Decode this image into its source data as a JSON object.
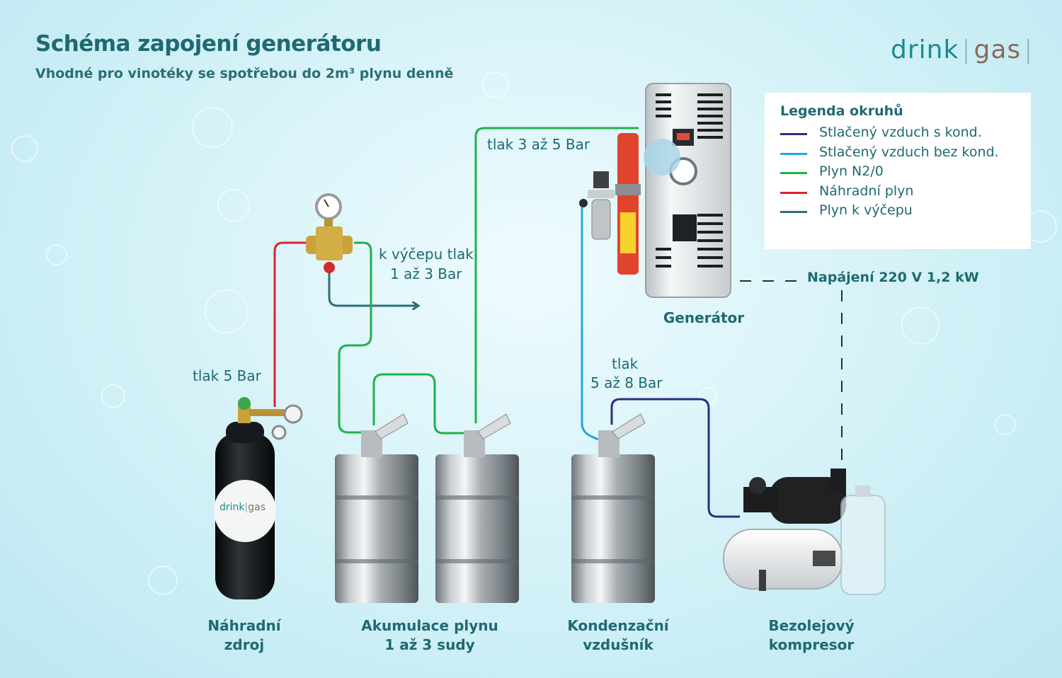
{
  "header": {
    "title": "Schéma zapojení generátoru",
    "subtitle": "Vhodné pro vinotéky se spotřebou do 2m³ plynu denně"
  },
  "logo": {
    "part1": "drink",
    "separator": "|",
    "part2": "gas",
    "end": "|"
  },
  "legend": {
    "title": "Legenda okruhů",
    "items": [
      {
        "label": "Stlačený vzduch s kond.",
        "color": "#2b2f7d"
      },
      {
        "label": "Stlačený vzduch bez kond.",
        "color": "#25a6dc"
      },
      {
        "label": "Plyn N2/0",
        "color": "#20b24a"
      },
      {
        "label": "Náhradní plyn",
        "color": "#e01f2d"
      },
      {
        "label": "Plyn k výčepu",
        "color": "#2e6e79"
      }
    ]
  },
  "labels": {
    "pressure_5": "tlak 5 Bar",
    "to_tap_line1": "k výčepu tlak",
    "to_tap_line2": "1 až 3 Bar",
    "pressure_3_5": "tlak 3 až 5 Bar",
    "pressure_5_8_line1": "tlak",
    "pressure_5_8_line2": "5 až 8 Bar",
    "power": "Napájení 220 V 1,2 kW"
  },
  "captions": {
    "spare_line1": "Náhradní",
    "spare_line2": "zdroj",
    "accum_line1": "Akumulace plynu",
    "accum_line2": "1 až 3 sudy",
    "cond_line1": "Kondenzační",
    "cond_line2": "vzdušník",
    "generator": "Generátor",
    "compressor": "Bezolejový kompresor"
  },
  "cylinder_logo": {
    "part1": "drink",
    "separator": "|",
    "part2": "gas"
  }
}
